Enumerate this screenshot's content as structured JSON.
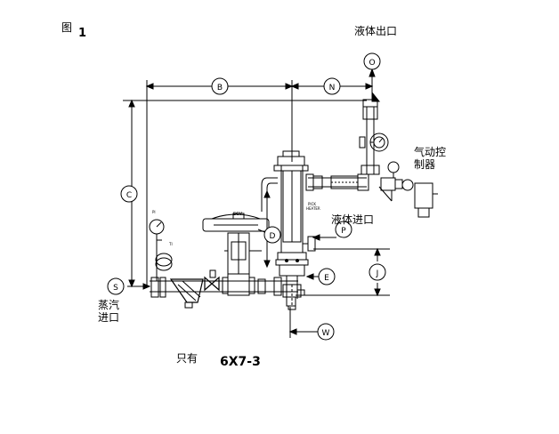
{
  "figure": {
    "word": "图",
    "number": "1"
  },
  "labels": {
    "liquid_outlet": "液体出口",
    "liquid_inlet": "液体进口",
    "pneumatic_controller_line1": "气动控",
    "pneumatic_controller_line2": "制器",
    "steam_inlet_line1": "蒸汽",
    "steam_inlet_line2": "进口",
    "only": "只有",
    "model": "6X7-3"
  },
  "callouts": {
    "o": "O",
    "b": "B",
    "n": "N",
    "c": "C",
    "s": "S",
    "d": "D",
    "p": "P",
    "e": "E",
    "j": "J",
    "w": "W"
  },
  "small_text": {
    "scv": "SCV",
    "pick_heater_1": "PICK",
    "pick_heater_2": "HEATER",
    "pi": "PI",
    "ti": "TI"
  }
}
